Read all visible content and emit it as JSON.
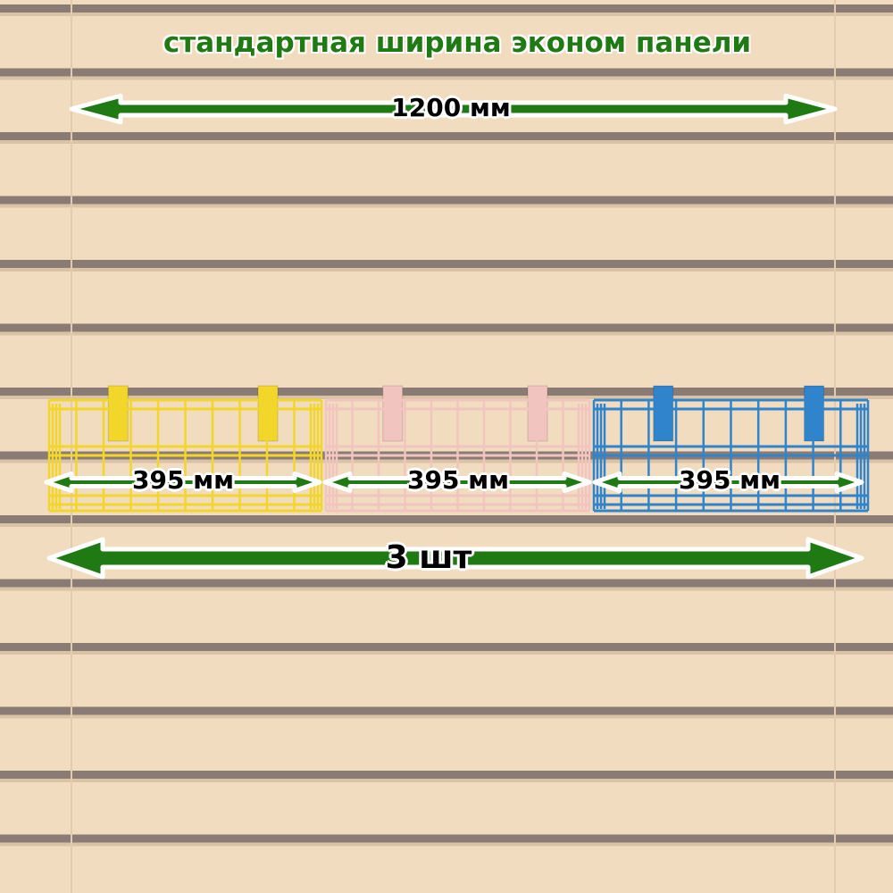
{
  "title": "стандартная ширина эконом панели",
  "panel_width_label": "1200 мм",
  "baskets": [
    {
      "label": "395 мм",
      "color": "#f3d62a"
    },
    {
      "label": "395 мм",
      "color": "#f2c4c0"
    },
    {
      "label": "395 мм",
      "color": "#2f84cc"
    }
  ],
  "count_label": "3 шт",
  "colors": {
    "arrow": "#1f7a14",
    "panel": "#f1dcc0",
    "groove": "#8a7c74"
  }
}
